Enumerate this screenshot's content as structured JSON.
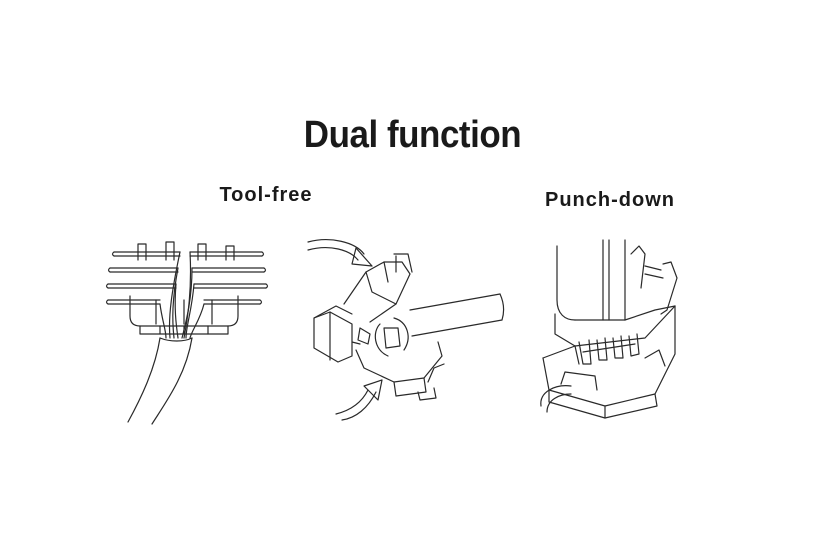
{
  "title": "Dual function",
  "labels": {
    "tool_free": "Tool-free",
    "punch_down": "Punch-down"
  },
  "icons": {
    "left": "cable-wires-fanned-out-illustration",
    "middle": "connector-closing-with-rotation-arrows-illustration",
    "right": "punch-down-tool-on-connector-illustration"
  },
  "colors": {
    "line": "#2a2a2a",
    "background": "#ffffff"
  }
}
